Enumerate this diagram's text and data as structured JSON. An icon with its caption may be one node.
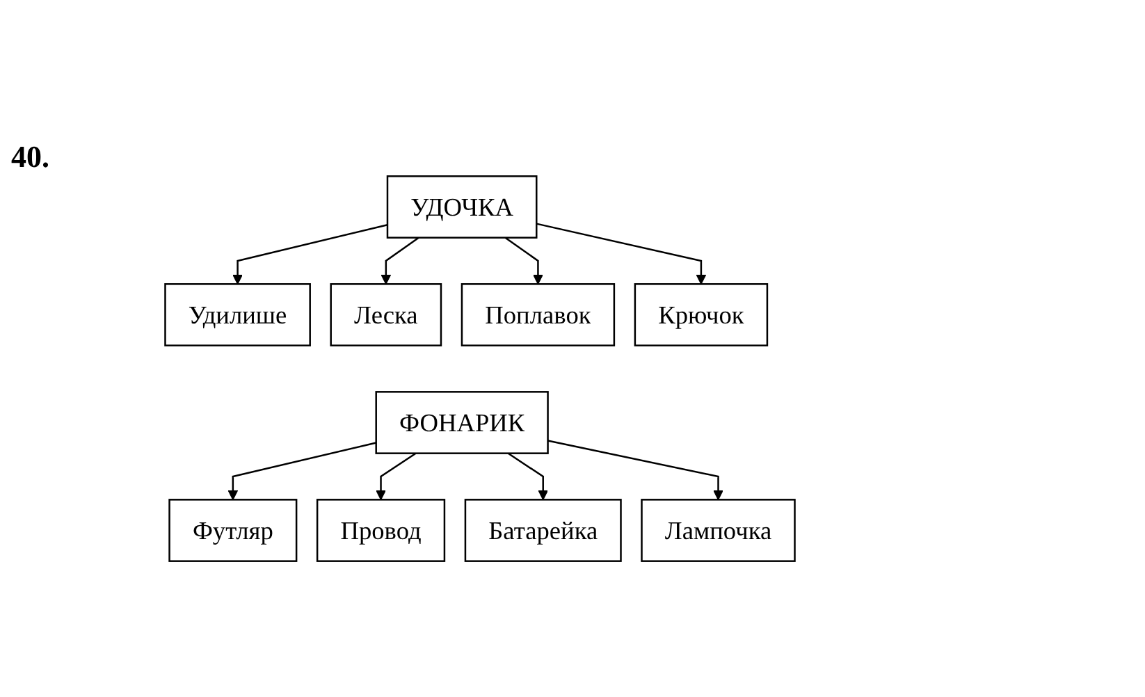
{
  "diagram": {
    "nodes": [
      {
        "text": [
          "УДОЧКА"
        ]
      },
      {
        "text": [
          "Удилише"
        ]
      },
      {
        "text": [
          "Леска"
        ]
      },
      {
        "text": [
          "Поплавок"
        ]
      },
      {
        "text": [
          "Крючок"
        ]
      },
      {
        "text": [
          "ФОНАРИК"
        ]
      },
      {
        "text": [
          "Футляр"
        ]
      },
      {
        "text": [
          "Провод"
        ]
      },
      {
        "text": [
          "Батарейка"
        ]
      },
      {
        "text": [
          "Лампочка"
        ]
      }
    ],
    "edges": [
      {
        "from": 0,
        "to": 1,
        "arrow": "to"
      },
      {
        "from": 0,
        "to": 2,
        "arrow": "to"
      },
      {
        "from": 0,
        "to": 3,
        "arrow": "to"
      },
      {
        "from": 0,
        "to": 4,
        "arrow": "to"
      },
      {
        "from": 5,
        "to": 6,
        "arrow": "to"
      },
      {
        "from": 5,
        "to": 7,
        "arrow": "to"
      },
      {
        "from": 5,
        "to": 8,
        "arrow": "to"
      },
      {
        "from": 5,
        "to": 9,
        "arrow": "to"
      }
    ],
    "labels": [
      "40."
    ]
  }
}
